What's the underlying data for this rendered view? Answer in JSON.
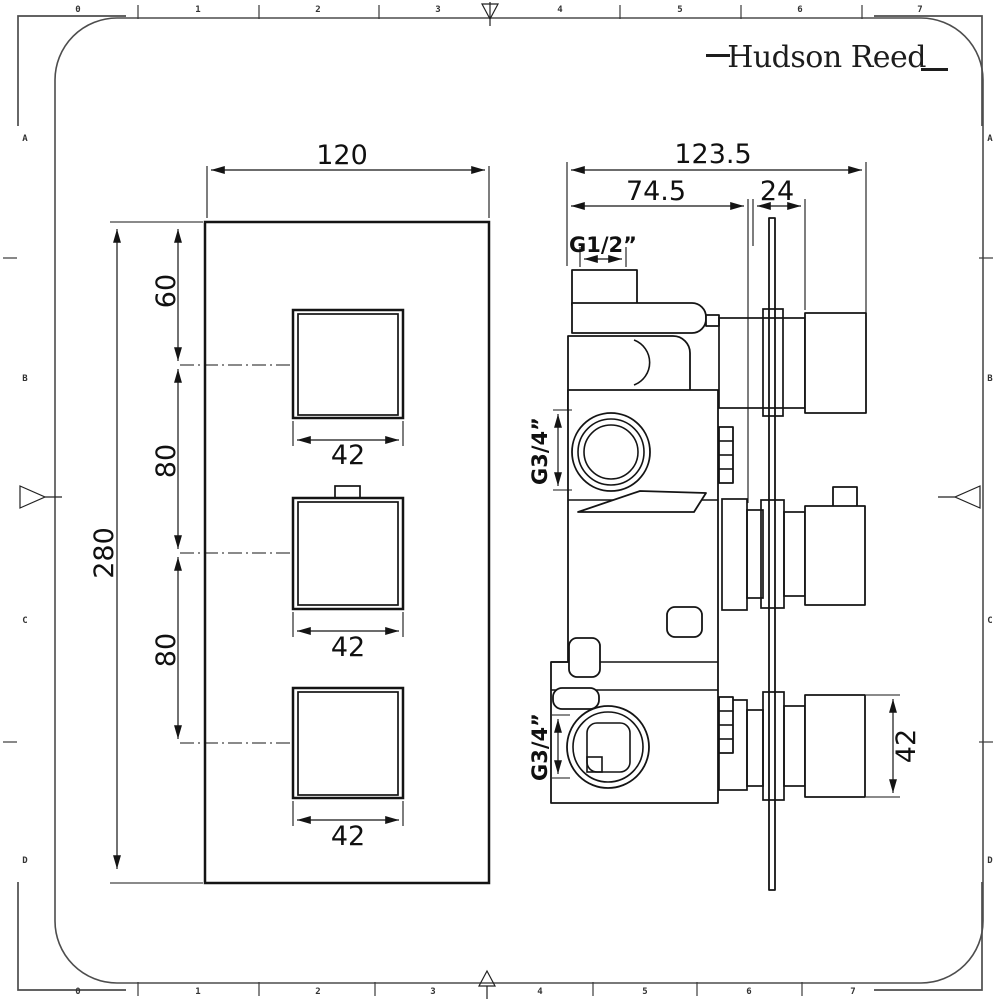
{
  "sheet": {
    "background": "#ffffff",
    "frame_color": "#4d4d4d",
    "line_color": "#141414"
  },
  "logo": {
    "text": "Hudson Reed"
  },
  "rulers": {
    "top_labels": [
      "0",
      "1",
      "2",
      "3",
      "4",
      "5",
      "6",
      "7"
    ],
    "bottom_labels": [
      "0",
      "1",
      "2",
      "3",
      "4",
      "5",
      "6",
      "7"
    ],
    "left_labels": [
      "A",
      "B",
      "C",
      "D"
    ],
    "right_labels": [
      "A",
      "B",
      "C",
      "D"
    ]
  },
  "front_view": {
    "dims": {
      "plate_width": "120",
      "plate_height": "280",
      "top_to_first_control": "60",
      "control_spacing_upper": "80",
      "control_spacing_lower": "80",
      "control1_size": "42",
      "control2_size": "42",
      "control3_size": "42"
    }
  },
  "side_view": {
    "dims": {
      "overall_depth": "123.5",
      "body_depth": "74.5",
      "plate_to_handle": "24",
      "inlet_thread": "G1/2”",
      "upper_port_thread": "G3/4”",
      "lower_port_thread": "G3/4”",
      "handle_size": "42"
    }
  }
}
